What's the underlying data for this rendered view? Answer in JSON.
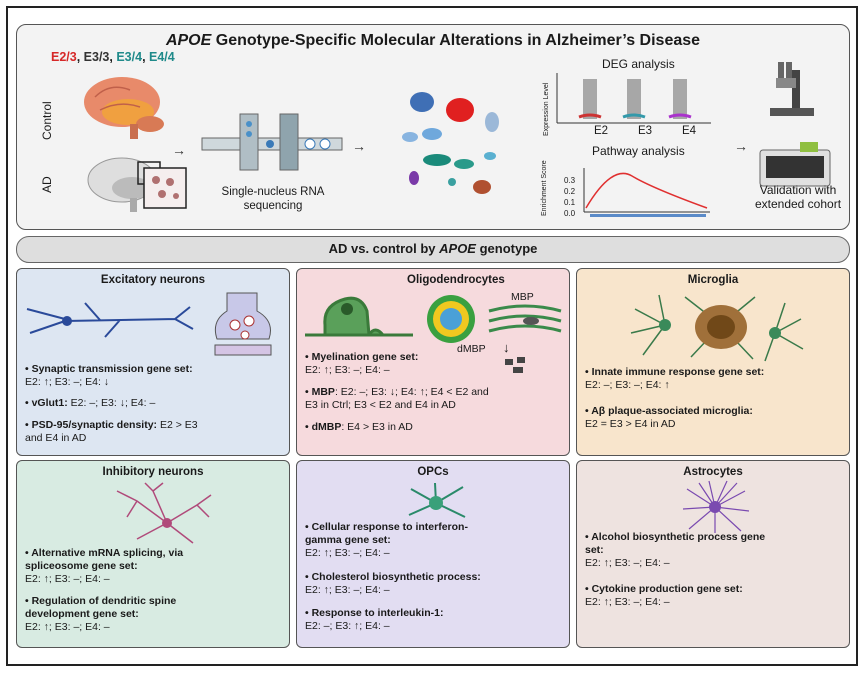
{
  "title_italic": "APOE",
  "title_rest": " Genotype-Specific Molecular Alterations in Alzheimer’s Disease",
  "genotypes": [
    {
      "label": "E2/3",
      "color": "#d62828"
    },
    {
      "label": "E3/3",
      "color": "#333333"
    },
    {
      "label": "E3/4",
      "color": "#1f8a8a"
    },
    {
      "label": "E4/4",
      "color": "#1f8a8a"
    }
  ],
  "control_label": "Control",
  "ad_label": "AD",
  "snrna_line1": "Single-nucleus RNA",
  "snrna_line2": "sequencing",
  "deg_title": "DEG analysis",
  "deg_ylabel": "Expression Level",
  "deg_groups": [
    "E2",
    "E3",
    "E4"
  ],
  "pathway_title": "Pathway analysis",
  "pathway_ylabel": "Enrichment Score",
  "pathway_ticks": [
    "0.3",
    "0.2",
    "0.1",
    "0.0"
  ],
  "validation_line1": "Validation with",
  "validation_line2": "extended cohort",
  "banner_pre": "AD vs. control by ",
  "banner_italic": "APOE",
  "banner_post": " genotype",
  "panels": {
    "excitatory": {
      "title": "Excitatory neurons",
      "l1": "• Synaptic transmission gene set:",
      "l2": "E2: ↑; E3: –; E4: ↓",
      "l3b": "• vGlut1:",
      "l3": "  E2: –; E3: ↓; E4: –",
      "l4b": "• PSD-95/synaptic density:",
      "l4": "  E2 > E3",
      "l5": "and E4 in AD"
    },
    "oligo": {
      "title": "Oligodendrocytes",
      "mbp_label": "MBP",
      "dmbp_label": "dMBP",
      "l1": "• Myelination gene set:",
      "l2": "E2: ↑; E3: –; E4: –",
      "l3b": "• MBP",
      "l3": ": E2: –; E3: ↓; E4: ↑; E4 < E2 and",
      "l4": "E3 in Ctrl; E3 < E2 and E4 in AD",
      "l5b": "• dMBP",
      "l5": ": E4 > E3 in AD"
    },
    "microglia": {
      "title": "Microglia",
      "l1": "• Innate immune response gene set:",
      "l2": "E2: –; E3: –; E4: ↑",
      "l3": "• Aβ plaque-associated microglia:",
      "l4": "E2 = E3 > E4 in AD"
    },
    "inhibitory": {
      "title": "Inhibitory neurons",
      "l1": "• Alternative mRNA splicing, via",
      "l2": "spliceosome gene set:",
      "l3": "E2: ↑; E3: –; E4: –",
      "l4": "• Regulation of dendritic spine",
      "l5": "development gene set:",
      "l6": "E2: ↑; E3: –; E4: –"
    },
    "opcs": {
      "title": "OPCs",
      "l1": "• Cellular response to interferon-",
      "l2": "gamma gene set:",
      "l3": "E2: ↑; E3: –; E4: –",
      "l4": "• Cholesterol biosynthetic process:",
      "l5": "E2: ↑; E3: –; E4: –",
      "l6": "• Response to interleukin-1:",
      "l7": "E2: –; E3: ↑; E4: –"
    },
    "astro": {
      "title": "Astrocytes",
      "l1": "• Alcohol biosynthetic process gene",
      "l2": "set:",
      "l3": "E2: ↑; E3: –; E4: –",
      "l4": "• Cytokine production gene set:",
      "l5": "E2: ↑; E3: –; E4: –"
    }
  }
}
